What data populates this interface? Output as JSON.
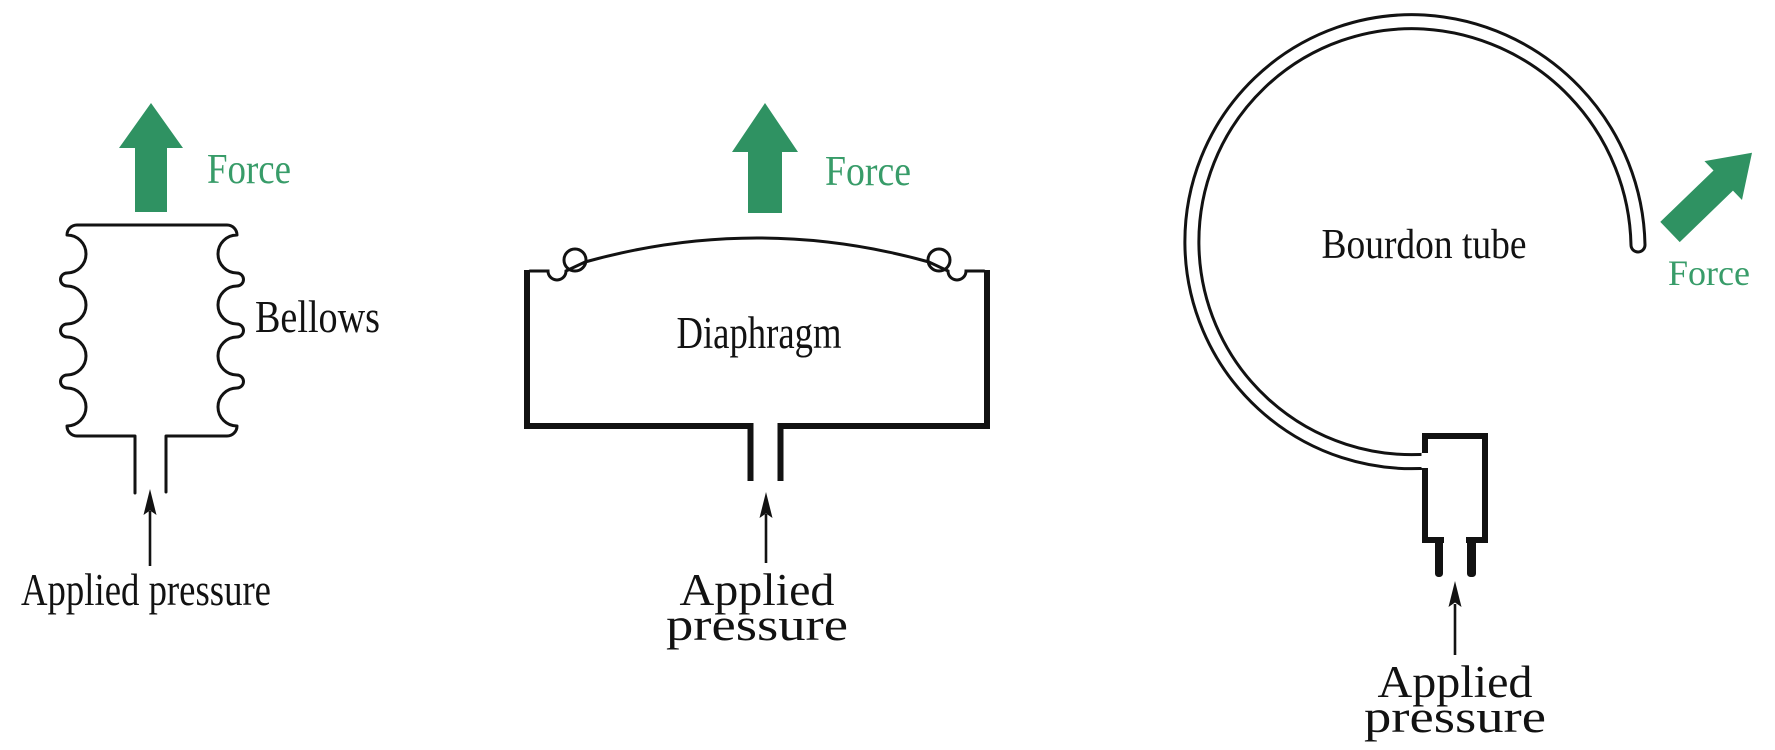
{
  "figure": {
    "description": "Three elastic pressure sensing elements, each converting applied pressure to force",
    "force_label": "Force",
    "colors": {
      "arrow_green": "#2f9262",
      "text_green": "#389c69",
      "ink": "#121212"
    },
    "diagrams": [
      {
        "id": "bellows",
        "component_label": "Bellows",
        "force_label": "Force",
        "pressure_lines": [
          "Applied pressure"
        ]
      },
      {
        "id": "diaphragm",
        "component_label": "Diaphragm",
        "force_label": "Force",
        "pressure_lines": [
          "Applied",
          "pressure"
        ]
      },
      {
        "id": "bourdon-tube",
        "component_label": "Bourdon tube",
        "force_label": "Force",
        "pressure_lines": [
          "Applied",
          "pressure"
        ]
      }
    ]
  }
}
